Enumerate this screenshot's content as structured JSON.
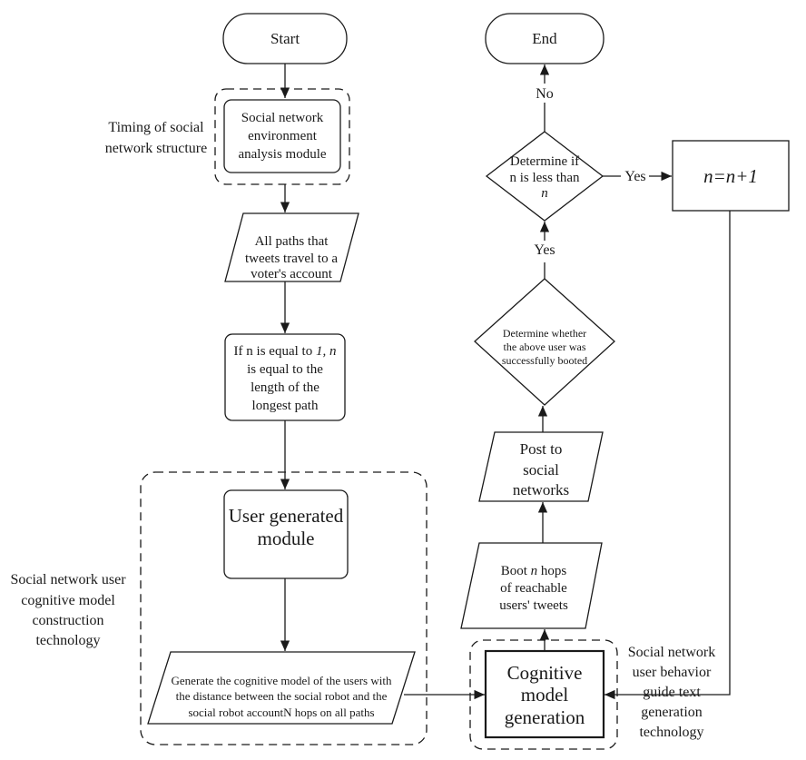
{
  "start": "Start",
  "end": "End",
  "env_module": [
    "Social network",
    "environment",
    "analysis module"
  ],
  "timing_label": [
    "Timing of social",
    "network structure"
  ],
  "all_paths": [
    "All paths that",
    "tweets travel to a",
    "voter's account"
  ],
  "if_n": [
    "If n is equal to ",
    "1, n",
    "is equal to the",
    "length of the",
    "longest path"
  ],
  "user_module": [
    "User generated",
    "module"
  ],
  "user_label": [
    "Social network user",
    "cognitive model",
    "construction",
    "technology"
  ],
  "generate": [
    "Generate the cognitive model of the users with",
    "the distance between the social robot and the",
    "social robot accountN hops on all paths"
  ],
  "cognitive": [
    "Cognitive",
    "model",
    "generation"
  ],
  "guide_label": [
    "Social network",
    "user behavior",
    "guide text",
    "generation",
    "technology"
  ],
  "boot": [
    "Boot ",
    "n",
    " hops",
    "of reachable",
    "users' tweets"
  ],
  "post": [
    "Post to",
    "social",
    "networks"
  ],
  "determine_booted": [
    "Determine whether",
    "the above user was",
    "successfully booted"
  ],
  "determine_n": [
    "Determine if",
    "n is less than",
    "n"
  ],
  "increment": "n=n+1",
  "yes1": "Yes",
  "yes2": "Yes",
  "no": "No"
}
